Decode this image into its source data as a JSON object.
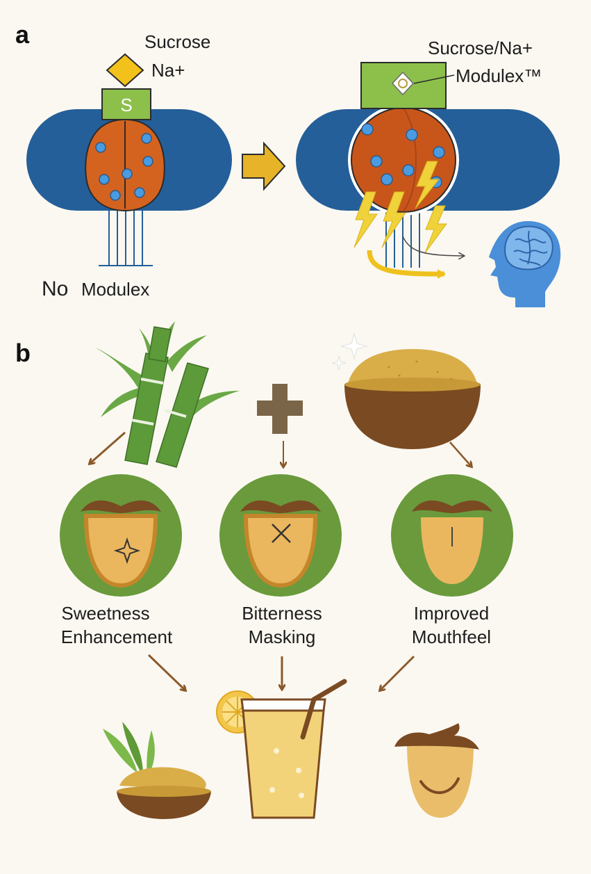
{
  "panels": {
    "a": "a",
    "b": "b"
  },
  "panel_a": {
    "left": {
      "ligand_label": "Sucrose",
      "ion_label": "Na+",
      "receptor_letter": "S",
      "caption_no": "No",
      "caption_modulex": "Modulex"
    },
    "right": {
      "complex_label": "Sucrose/Na+",
      "modulator_label": "Modulex™"
    },
    "icons": [
      "lipid-bilayer",
      "receptor-protein",
      "arrow-right-icon",
      "lightning-icon",
      "brain-head-icon"
    ],
    "colors": {
      "membrane": "#245f99",
      "receptor": "#d4631f",
      "modulator": "#8cc04b",
      "ligand": "#f2c21b",
      "signal": "#f0d23a",
      "brain": "#4b8fd8"
    }
  },
  "panel_b": {
    "sources": [
      "sugarcane-icon",
      "plus-icon",
      "powder-bowl-icon"
    ],
    "effects": [
      {
        "line1": "Sweetness",
        "line2": "Enhancement",
        "symbol": "sparkle-icon"
      },
      {
        "line1": "Bitterness",
        "line2": "Masking",
        "symbol": "cross-icon"
      },
      {
        "line1": "Improved",
        "line2": "Mouthfeel",
        "symbol": "bar-icon"
      }
    ],
    "products": [
      "herb-powder-bowl-icon",
      "lemonade-glass-icon",
      "smiling-face-icon"
    ],
    "colors": {
      "circle": "#6a9a3c",
      "tongue": "#eab75e",
      "lips": "#7a4a22",
      "arrow": "#8b5a2b",
      "cane": "#5c9a3a"
    }
  }
}
